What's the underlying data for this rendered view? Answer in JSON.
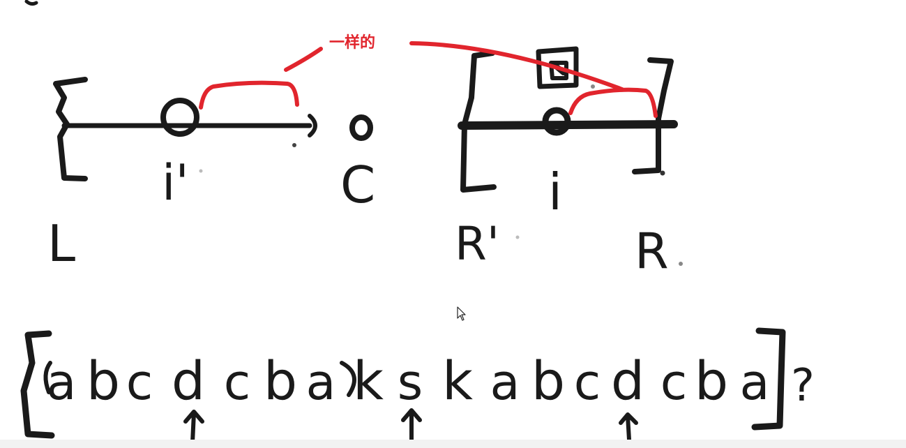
{
  "annotation": {
    "text": "一样的",
    "color": "#e1252d"
  },
  "left_diagram": {
    "index_label": "i'",
    "center_label": "C",
    "left_label": "L"
  },
  "right_diagram": {
    "left_label": "R'",
    "index_label": "i",
    "right_label": "R"
  },
  "string_example": {
    "characters": [
      "a",
      "b",
      "c",
      "d",
      "c",
      "b",
      "a",
      "k",
      "s",
      "k",
      "a",
      "b",
      "c",
      "d",
      "c",
      "b",
      "a"
    ],
    "suffix": "?"
  },
  "colors": {
    "ink": "#1a1a1a",
    "highlight": "#e1252d",
    "background": "#ffffff"
  }
}
